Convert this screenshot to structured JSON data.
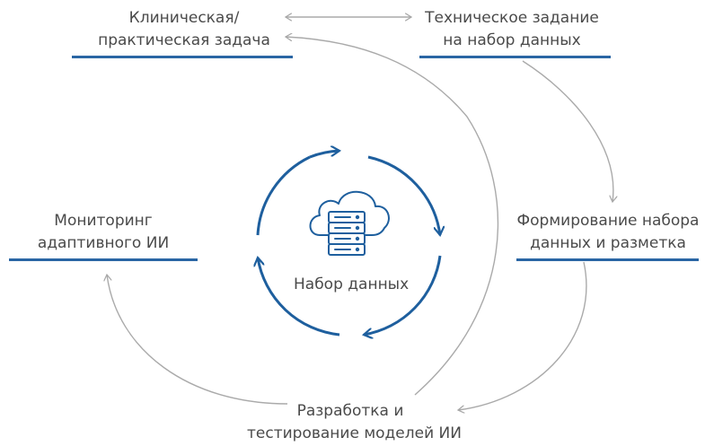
{
  "diagram": {
    "center": {
      "label": "Набор данных",
      "icon": "cloud-database-icon"
    },
    "nodes": {
      "clinical_task": {
        "line1": "Клиническая/",
        "line2": "практическая задача"
      },
      "tech_spec": {
        "line1": "Техническое задание",
        "line2": "на набор данных"
      },
      "dataset_formation": {
        "line1": "Формирование набора",
        "line2": "данных и разметка"
      },
      "development": {
        "line1": "Разработка и",
        "line2": "тестирование моделей ИИ"
      },
      "monitoring": {
        "line1": "Мониторинг",
        "line2": "адаптивного ИИ"
      }
    },
    "colors": {
      "accent_blue": "#1e5f9e",
      "underline_blue": "#2a66a4",
      "arrow_gray": "#aaaaaa",
      "text": "#4a4a4a"
    }
  }
}
